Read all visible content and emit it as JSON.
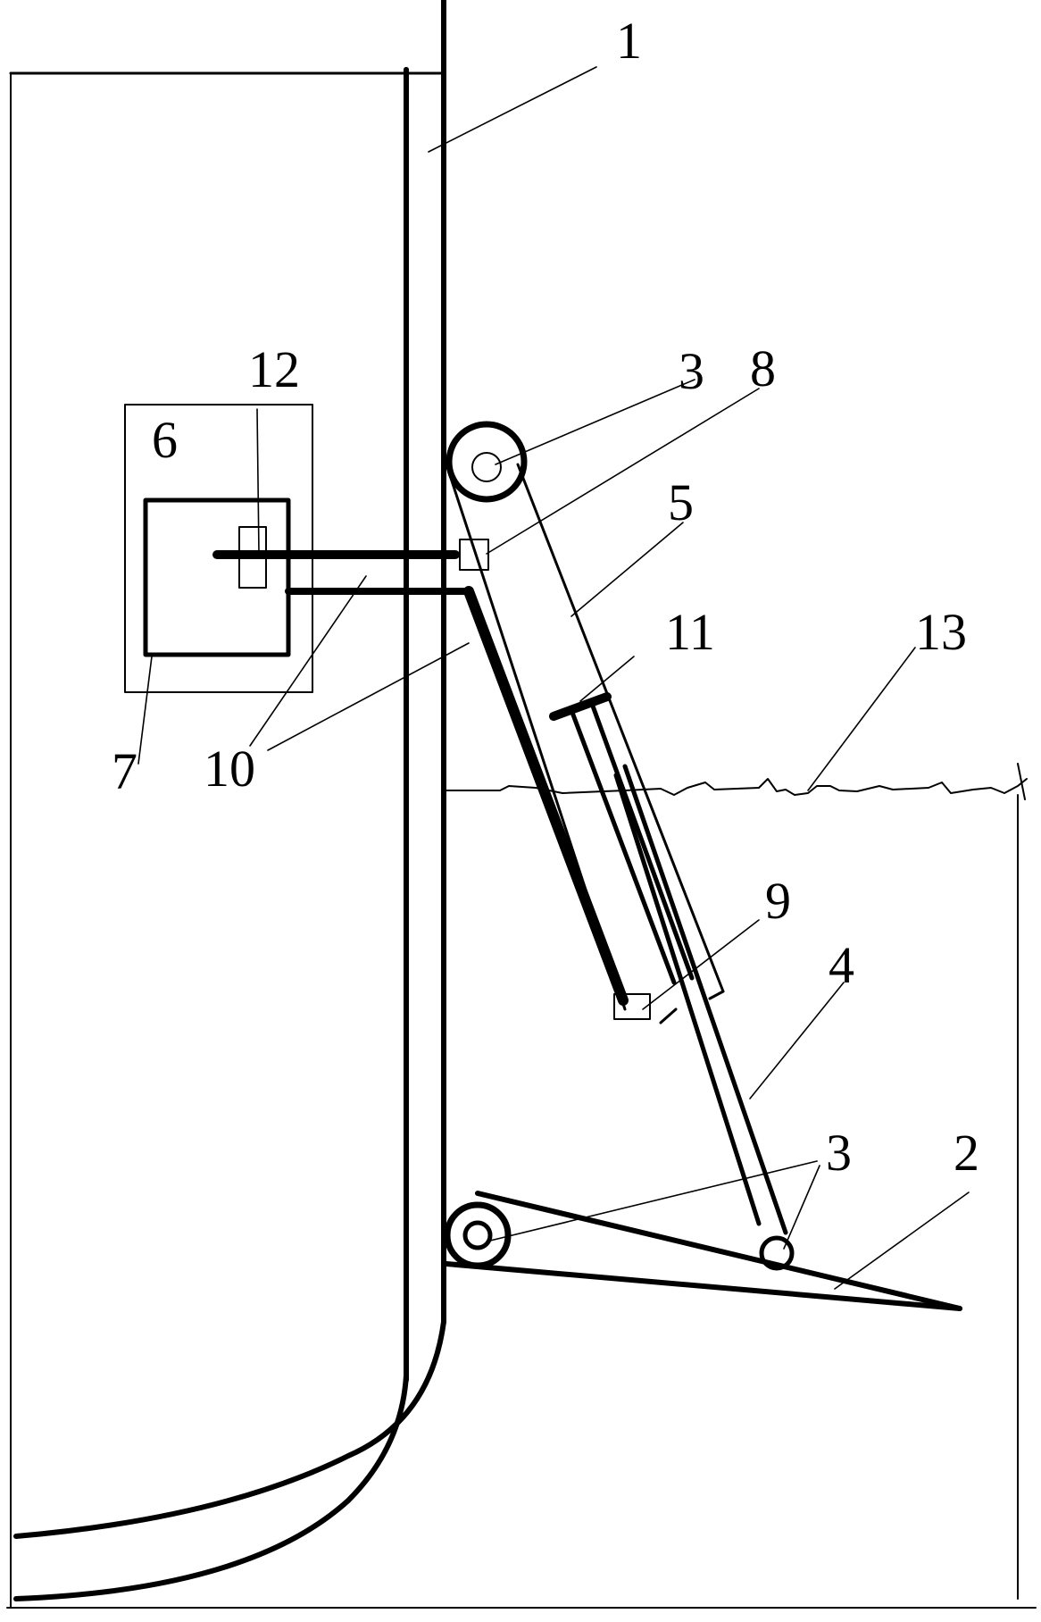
{
  "figure": {
    "labels": {
      "hull_plate": "1",
      "flap_plate": "2",
      "pulley_top": "3",
      "pulley_pair": "3",
      "drive_link": "4",
      "cylinder_housing": "5",
      "control_box_outer": "6",
      "control_box_inner": "7",
      "upper_sensor": "8",
      "lower_sensor": "9",
      "signal_lines": "10",
      "piston_head": "11",
      "switch_element": "12",
      "water_line": "13"
    }
  }
}
